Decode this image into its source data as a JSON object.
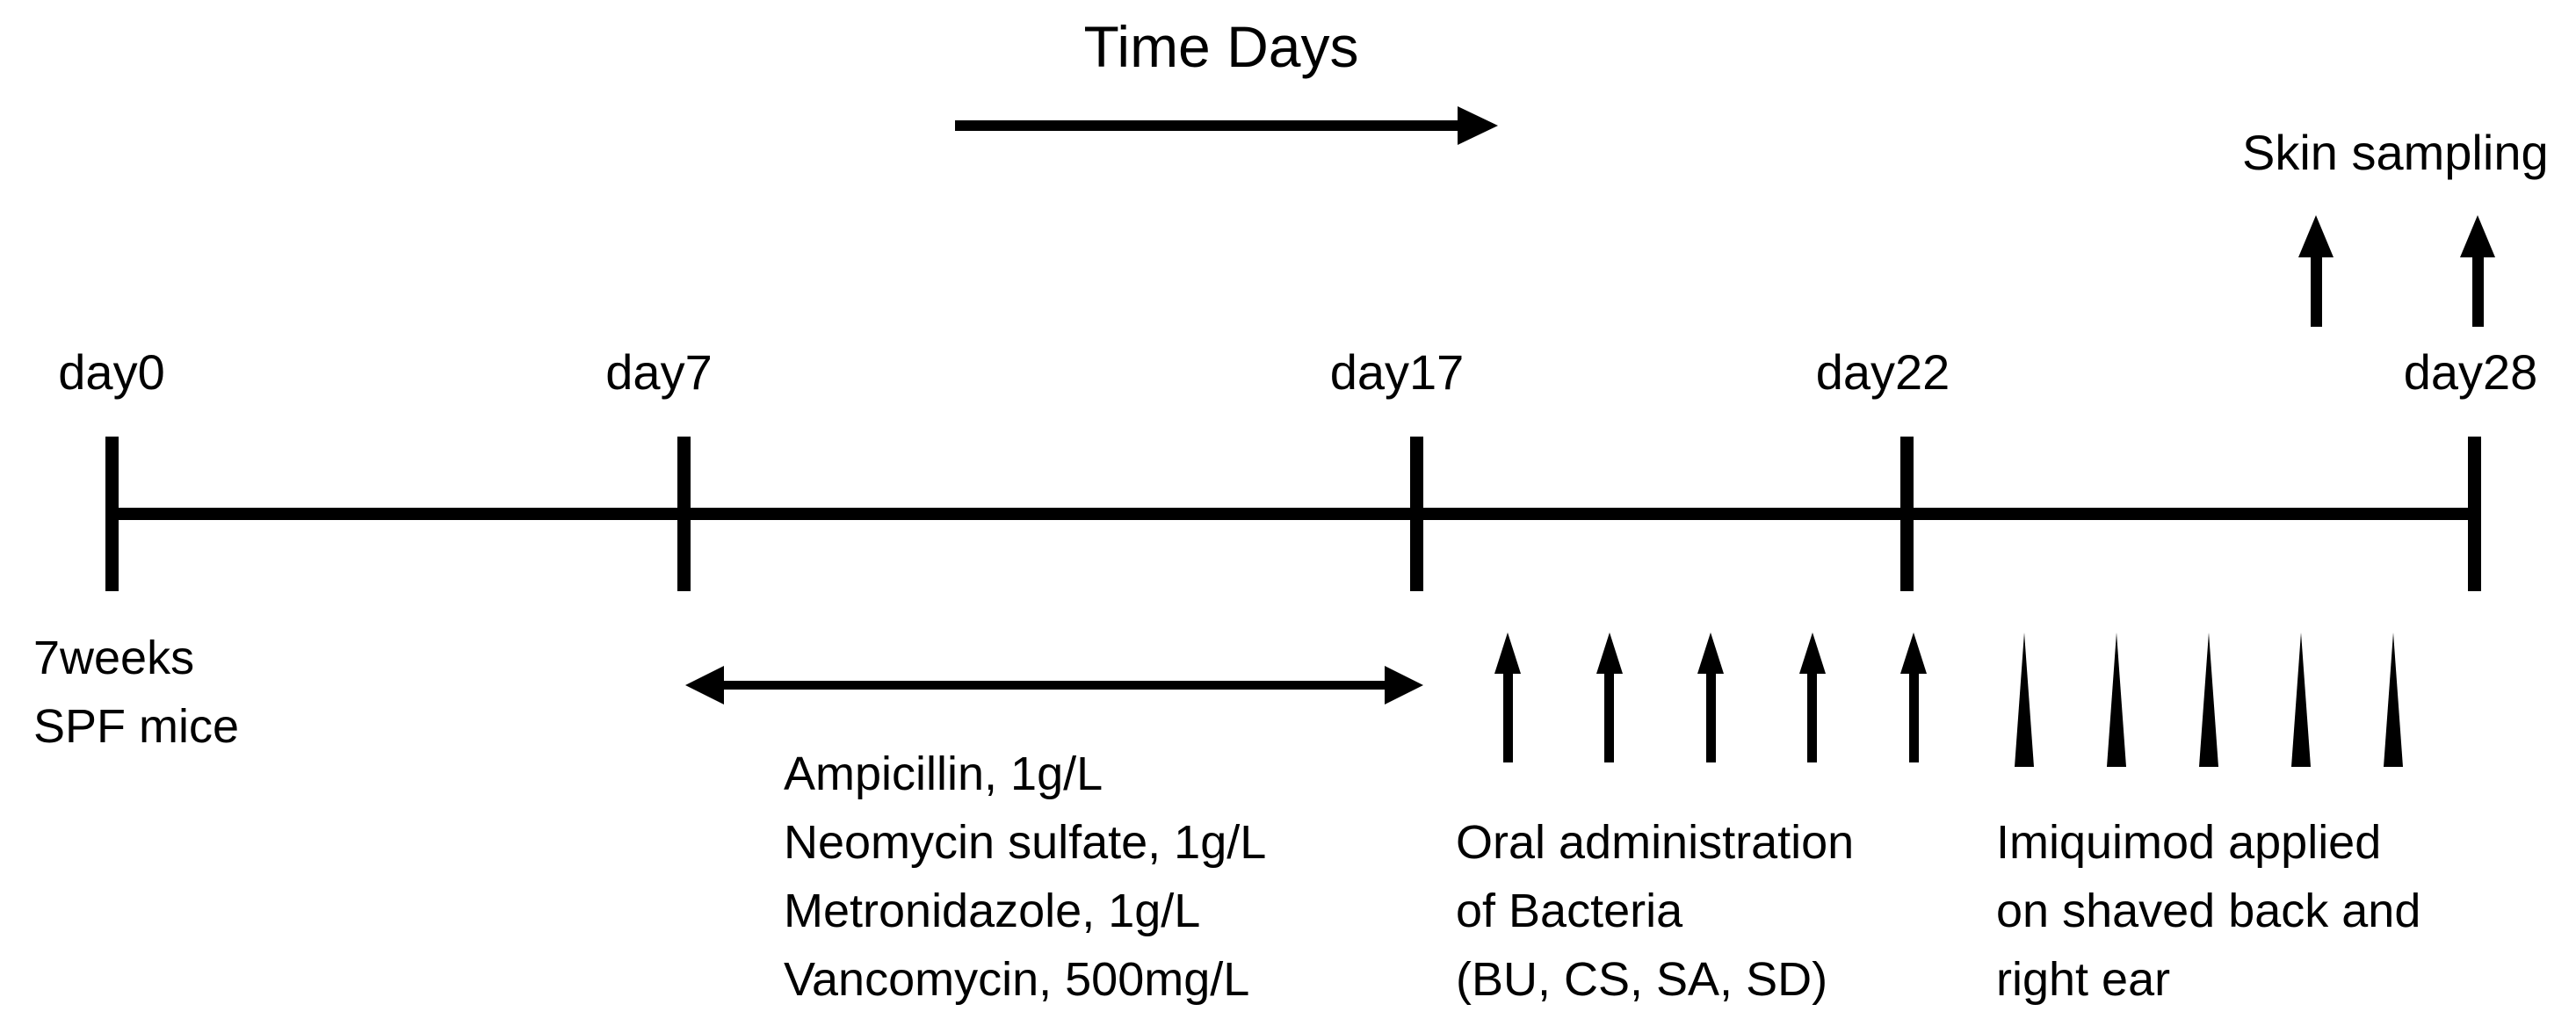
{
  "figure": {
    "title": "Time Days",
    "ink_color": "#000000",
    "background_color": "#ffffff",
    "timeline": {
      "ticks": [
        {
          "label": "day0",
          "day": 0
        },
        {
          "label": "day7",
          "day": 7
        },
        {
          "label": "day17",
          "day": 17
        },
        {
          "label": "day22",
          "day": 22
        },
        {
          "label": "day28",
          "day": 28
        }
      ]
    },
    "events": {
      "start": {
        "at": "day0",
        "lines": [
          "7weeks",
          "SPF mice"
        ]
      },
      "antibiotic_treatment": {
        "from": "day7",
        "to": "day17",
        "lines": [
          "Ampicillin, 1g/L",
          "Neomycin sulfate, 1g/L",
          "Metronidazole, 1g/L",
          "Vancomycin, 500mg/L"
        ]
      },
      "oral_administration": {
        "from": "day17",
        "to": "day22",
        "marker_count": 5,
        "lines": [
          "Oral administration",
          "of Bacteria",
          "(BU, CS, SA, SD)"
        ]
      },
      "imiquimod": {
        "from": "day22",
        "to": "day28",
        "marker_count": 5,
        "lines": [
          "Imiquimod applied",
          "on shaved back and",
          "right ear"
        ]
      },
      "skin_sampling": {
        "label": "Skin sampling",
        "marker_count": 2
      }
    }
  }
}
